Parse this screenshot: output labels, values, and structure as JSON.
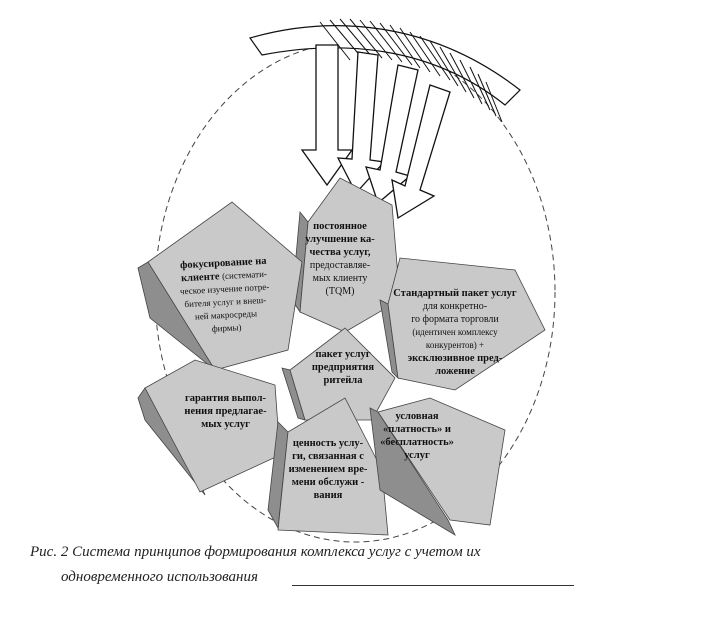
{
  "blocks": {
    "tqm": [
      "постоянное",
      "улучшение ка-",
      "чества услуг,",
      "предоставляе-",
      "мых клиенту",
      "(TQM)"
    ],
    "focus_title": [
      "фокусирование на",
      "клиенте"
    ],
    "focus_rest": [
      "(системати-",
      "ческое изучение потре-",
      "бителя услуг и внеш-",
      "ней макросреды",
      "фирмы)"
    ],
    "standard": [
      "Стандартный пакет услуг",
      "для конкретно-",
      "го формата торговли",
      "(идентичен комплексу",
      "конкурентов)      +",
      "эксклюзивное пред-",
      "ложение"
    ],
    "package": [
      "пакет услуг",
      "предприятия",
      "ритейла"
    ],
    "guarantee": [
      "гарантия выпол-",
      "нения предлагае-",
      "мых услуг"
    ],
    "value": [
      "ценность услу-",
      "ги, связанная  с",
      "изменением вре-",
      "мени обслужи -",
      "вания"
    ],
    "conditional": [
      "условная",
      "«платность» и",
      "«бесплатность»",
      "услуг"
    ]
  },
  "caption": {
    "line1": "Рис. 2 Система принципов формирования комплекса услуг с учетом их",
    "line2": "одновременного использования"
  },
  "colors": {
    "block_top": "#c9c9c9",
    "block_side": "#8e8e8e",
    "outline": "#333333"
  }
}
